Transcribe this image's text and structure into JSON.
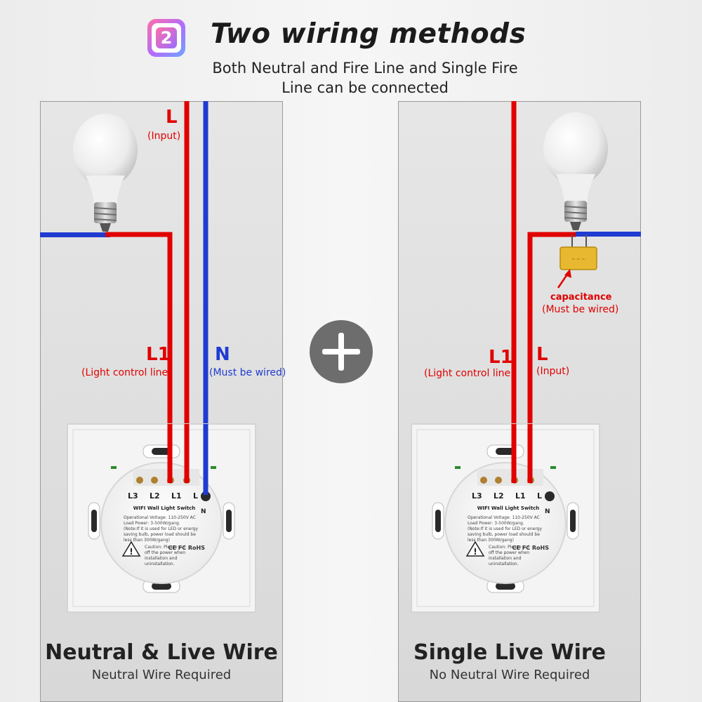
{
  "header": {
    "badge_number": "2",
    "title": "Two wiring methods",
    "subtitle_line1": "Both Neutral and Fire Line and Single Fire",
    "subtitle_line2": "Line can be connected"
  },
  "left_panel": {
    "label_L": "L",
    "label_L_sub": "(Input)",
    "label_L1": "L1",
    "label_L1_sub": "(Light control line)",
    "label_N": "N",
    "label_N_sub": "(Must be wired)",
    "caption_title": "Neutral & Live Wire",
    "caption_sub": "Neutral Wire Required"
  },
  "right_panel": {
    "label_L1": "L1",
    "label_L1_sub": "(Light control line)",
    "label_L": "L",
    "label_L_sub": "(Input)",
    "label_cap": "capacitance",
    "label_cap_sub": "(Must be wired)",
    "caption_title": "Single Live Wire",
    "caption_sub": "No Neutral Wire Required"
  },
  "switch": {
    "terminals": [
      "L3",
      "L2",
      "L1",
      "L"
    ],
    "terminal_n": "N",
    "product_name": "WIFI Wall Light Switch",
    "spec1": "Operational Voltage: 110-250V AC",
    "spec2": "Load Power: 3-500W/gang.",
    "note": "(Note:If it is used for LED or energy saving bulb, power load should be less than 300W/gang)",
    "marks": "CE FC RoHS",
    "caution": "Caution: Please cut off the power when installation and uninstallation."
  },
  "colors": {
    "live_wire": "#e00000",
    "neutral_wire": "#1f3bd1",
    "capacitor": "#e8b830"
  },
  "icons": [
    "light-bulb-icon",
    "plus-icon",
    "capacitor-icon",
    "warning-icon",
    "wifi-icon"
  ]
}
